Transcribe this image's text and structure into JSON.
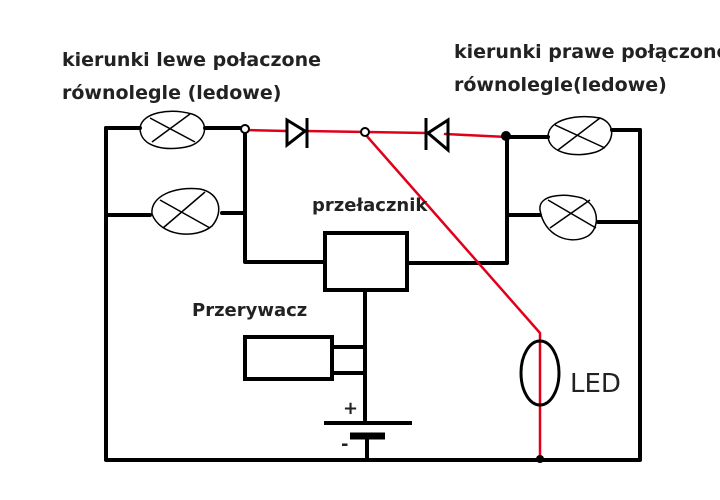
{
  "labels": {
    "left_lamps_line1": "kierunki lewe połaczone",
    "left_lamps_line2": "równolegle (ledowe)",
    "right_lamps_line1": "kierunki prawe połączone",
    "right_lamps_line2": "równolegle(ledowe)",
    "switch": "przełacznik",
    "flasher": "Przerywacz",
    "led": "LED",
    "battery_plus": "+",
    "battery_minus": "-"
  },
  "colors": {
    "wire": "#000000",
    "red_wire": "#e0001a",
    "background": "#ffffff"
  }
}
